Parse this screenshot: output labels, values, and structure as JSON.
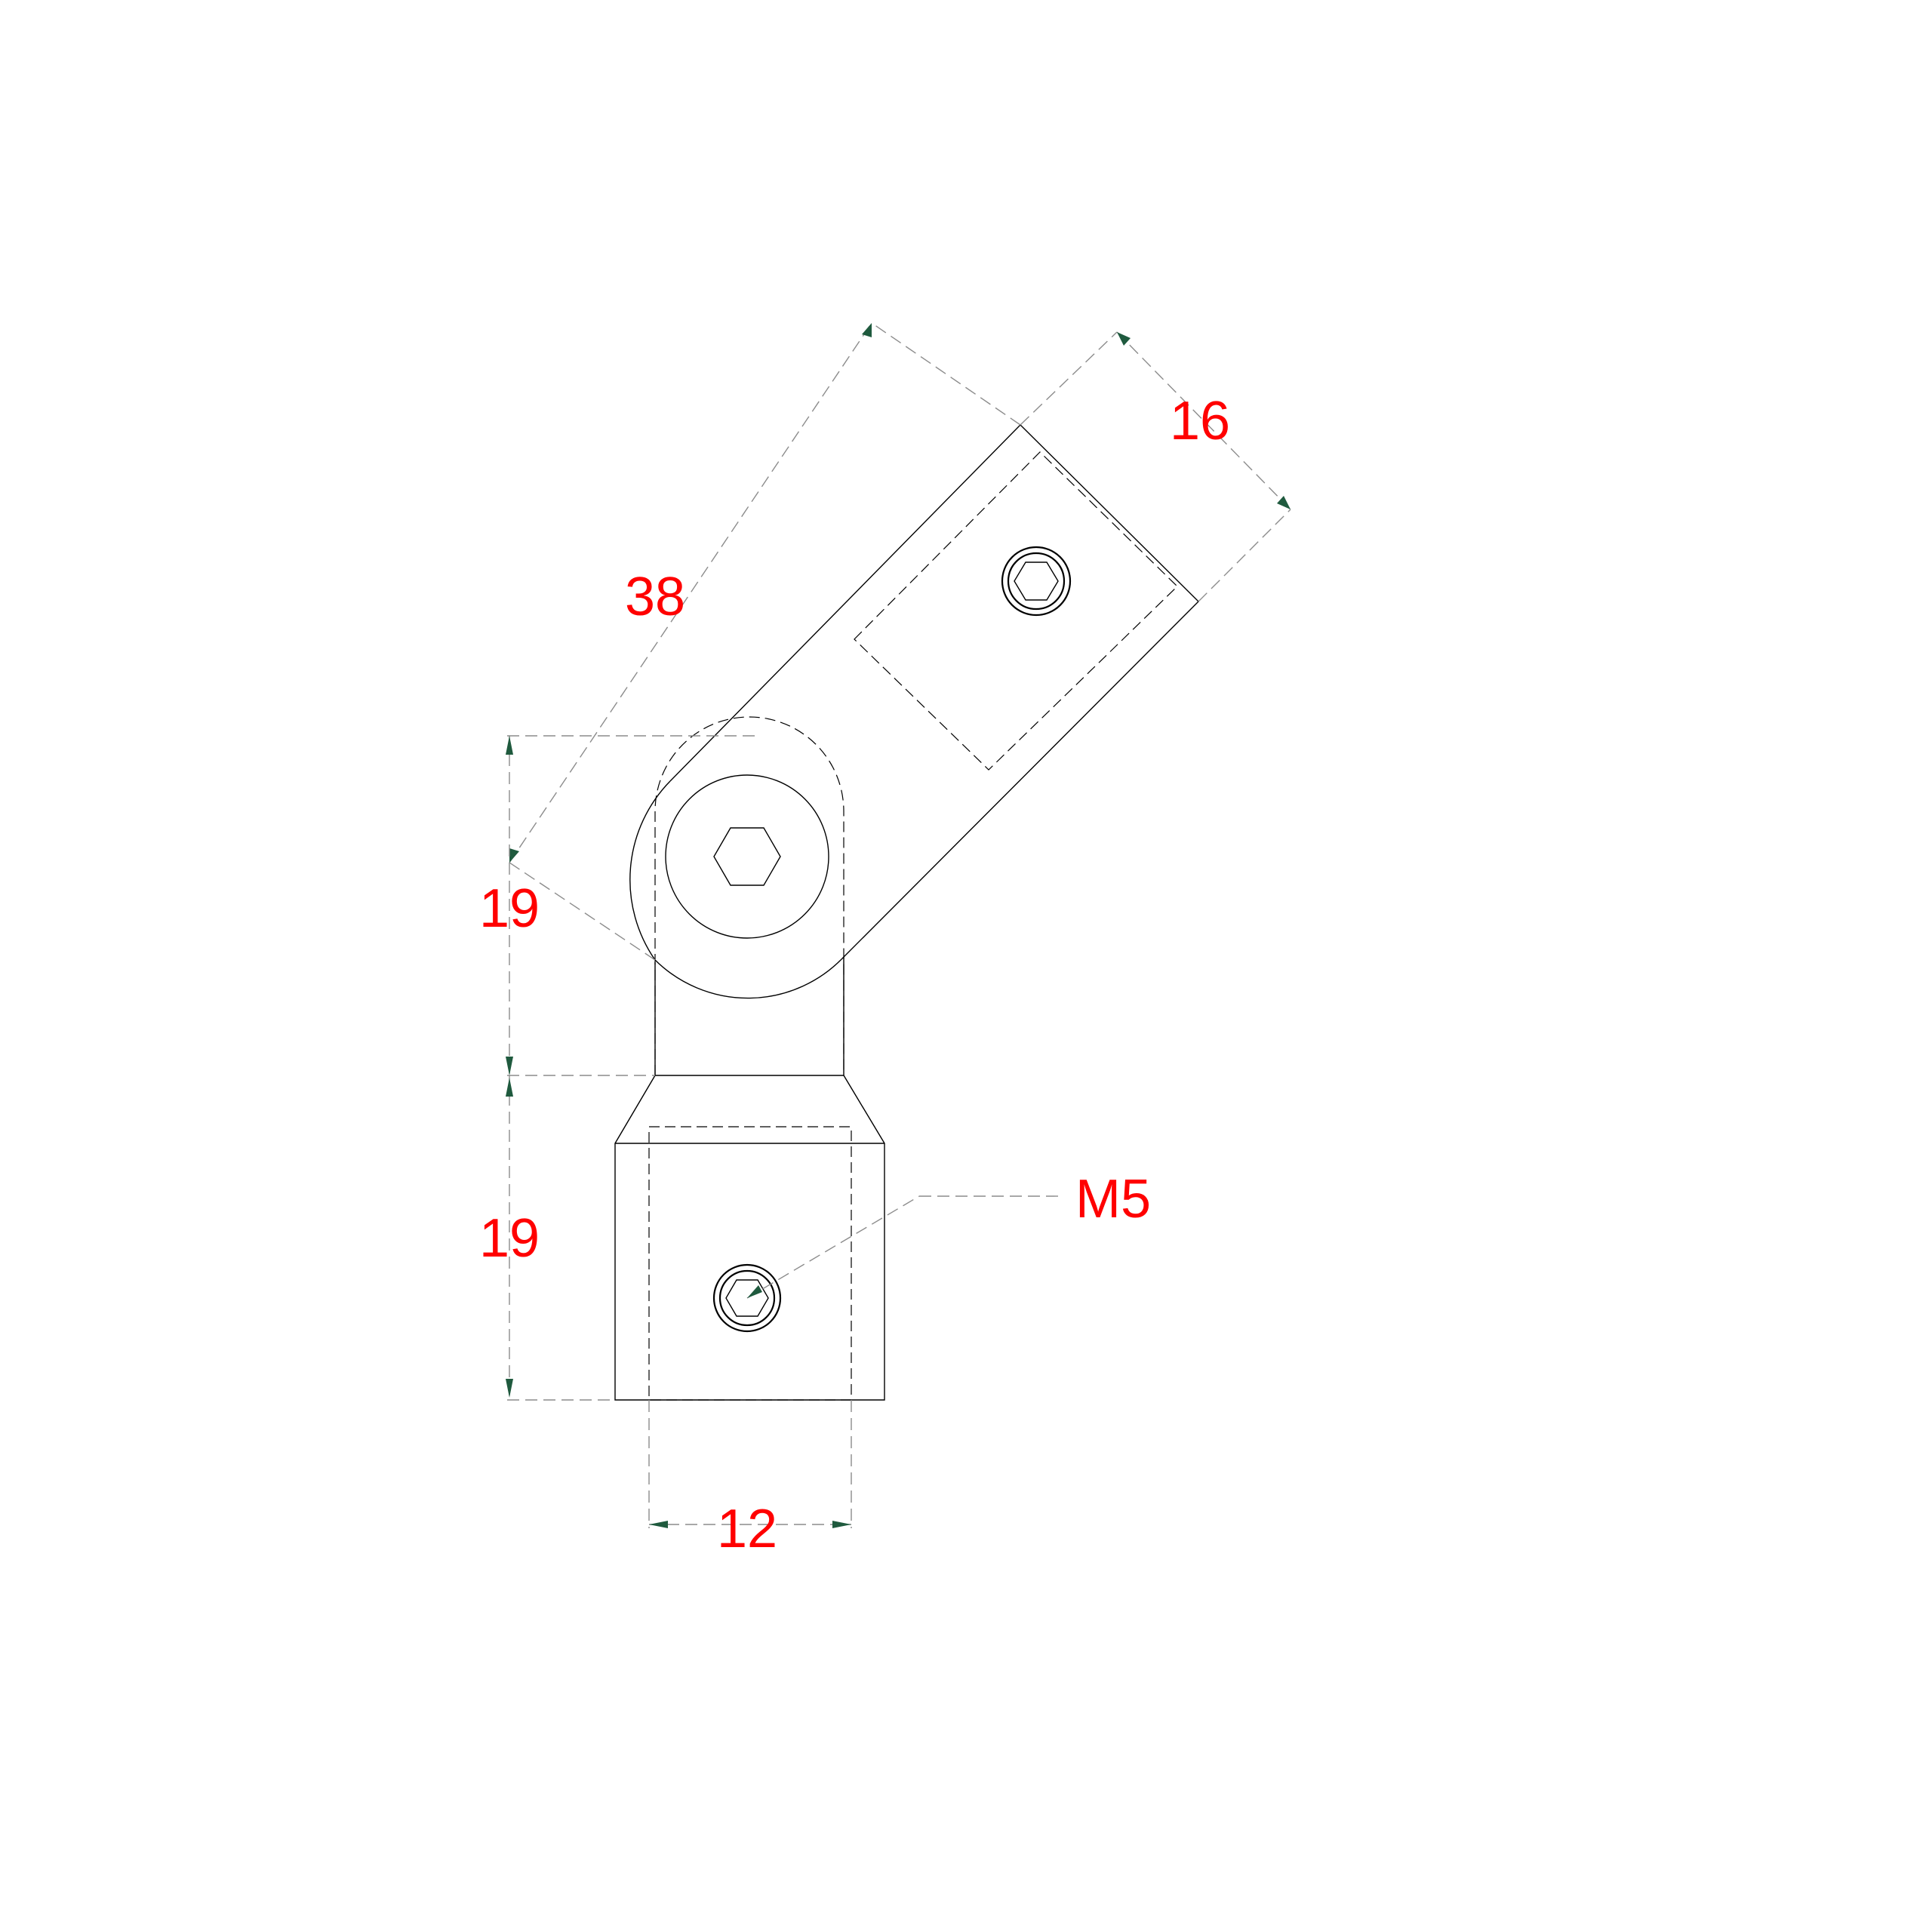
{
  "colors": {
    "dimension_text": "#ff0000",
    "arrow": "#1f5a3e",
    "outline": "#000000",
    "extension": "#8c8c8c",
    "background": "#ffffff"
  },
  "dimensions": {
    "arm_length": "38",
    "arm_width": "16",
    "pivot_height": "19",
    "socket_height": "19",
    "bore_width": "12"
  },
  "callouts": {
    "thread": "M5"
  }
}
